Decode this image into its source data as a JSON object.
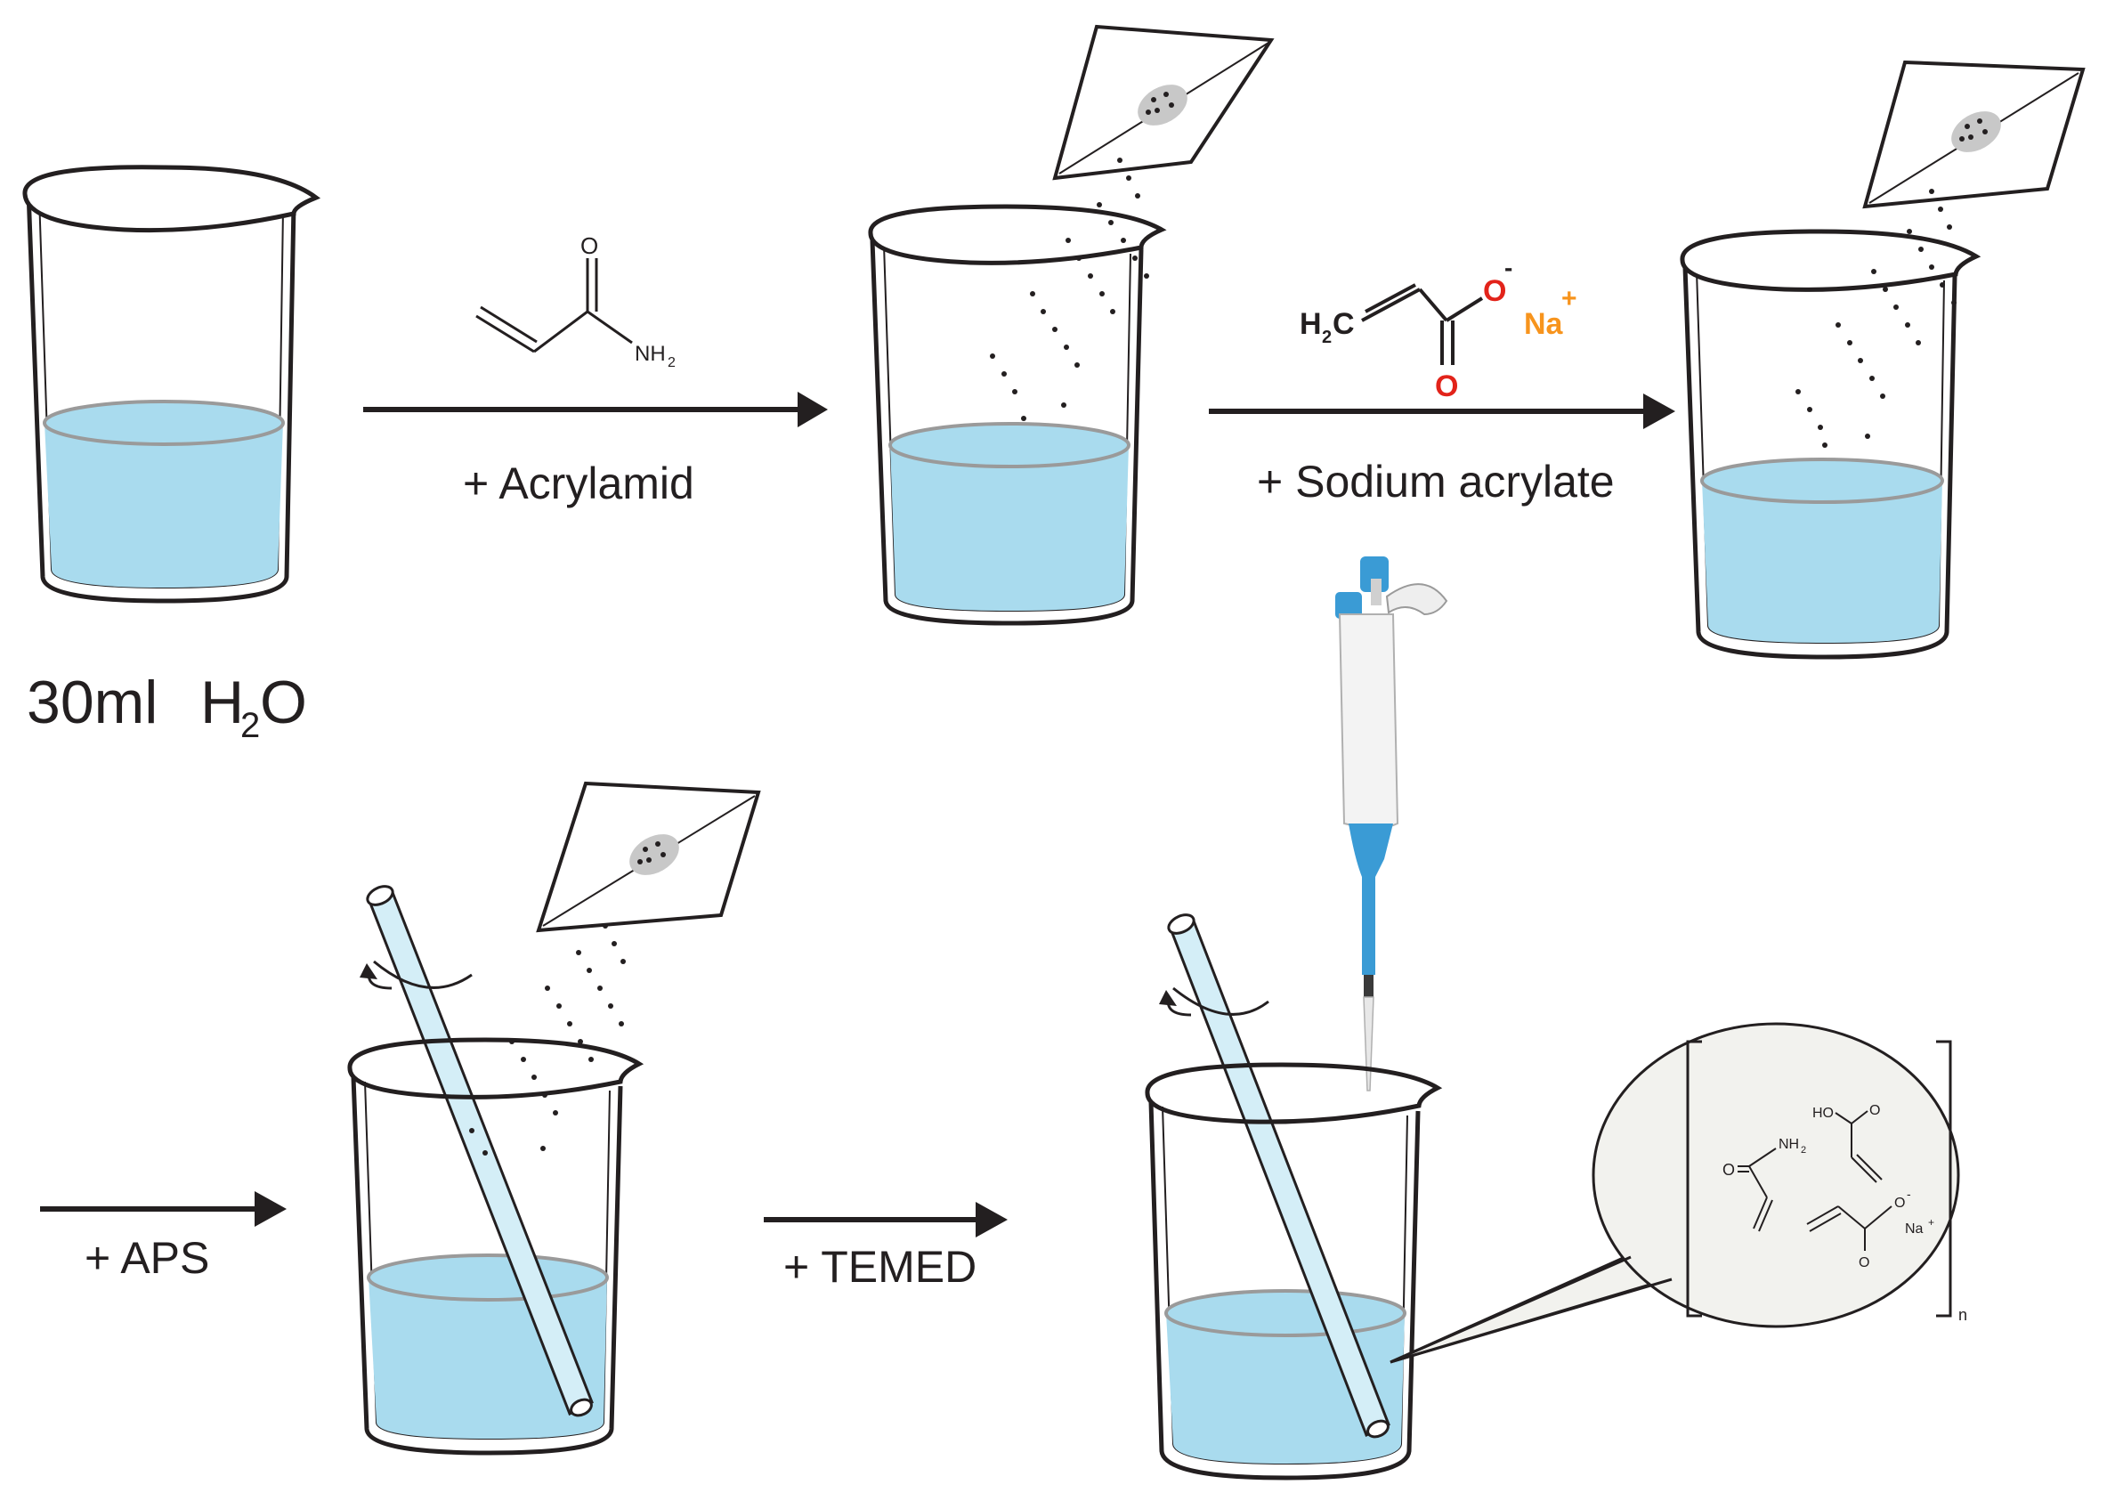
{
  "colors": {
    "liquid": "#a9dbee",
    "liquid_edge": "#9a9a9a",
    "glass_outline": "#231f20",
    "arrow": "#231f20",
    "pipette_blue": "#3a9bd5",
    "oxygen_red": "#e2231a",
    "sodium_orange": "#f7941d",
    "bubble_fill": "#f2f2ee"
  },
  "labels": {
    "water_volume": "30ml",
    "water_formula_h": "H",
    "water_formula_sub": "2",
    "water_formula_o": "O",
    "step1": "+ Acrylamid",
    "step2": "+ Sodium acrylate",
    "step3": "+ APS",
    "step4": "+ TEMED"
  },
  "acrylamide": {
    "oxygen": "O",
    "amine": "NH",
    "amine_sub": "2"
  },
  "sodium_acrylate": {
    "h2c_h": "H",
    "h2c_sub": "2",
    "h2c_c": "C",
    "oxygen_top": "O",
    "oxygen_charge": "-",
    "oxygen_bottom": "O",
    "sodium": "Na",
    "sodium_charge": "+"
  },
  "polymer_bubble": {
    "amine": "NH",
    "amine_sub": "2",
    "amide_o": "O",
    "acid_ho": "HO",
    "acid_o": "O",
    "salt_o_minus": "O",
    "salt_minus": "-",
    "salt_o": "O",
    "salt_na": "Na",
    "salt_plus": "+",
    "repeat_n": "n"
  }
}
